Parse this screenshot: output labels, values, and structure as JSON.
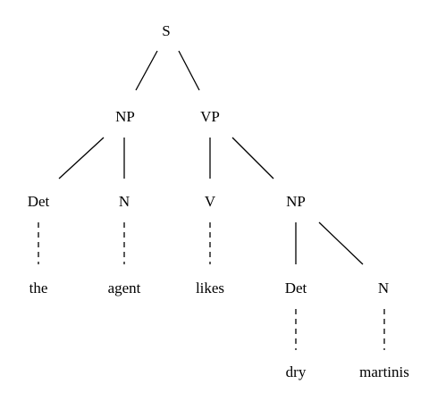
{
  "tree": {
    "nodes": {
      "s": "S",
      "np1": "NP",
      "vp": "VP",
      "det1": "Det",
      "n1": "N",
      "v": "V",
      "np2": "NP",
      "the": "the",
      "agent": "agent",
      "likes": "likes",
      "det2": "Det",
      "n2": "N",
      "dry": "dry",
      "martinis": "martinis"
    },
    "edges": [
      {
        "from": "s",
        "to": "np1",
        "style": "solid"
      },
      {
        "from": "s",
        "to": "vp",
        "style": "solid"
      },
      {
        "from": "np1",
        "to": "det1",
        "style": "solid"
      },
      {
        "from": "np1",
        "to": "n1",
        "style": "solid"
      },
      {
        "from": "vp",
        "to": "v",
        "style": "solid"
      },
      {
        "from": "vp",
        "to": "np2",
        "style": "solid"
      },
      {
        "from": "det1",
        "to": "the",
        "style": "dashed"
      },
      {
        "from": "n1",
        "to": "agent",
        "style": "dashed"
      },
      {
        "from": "v",
        "to": "likes",
        "style": "dashed"
      },
      {
        "from": "np2",
        "to": "det2",
        "style": "solid"
      },
      {
        "from": "np2",
        "to": "n2",
        "style": "solid"
      },
      {
        "from": "det2",
        "to": "dry",
        "style": "dashed"
      },
      {
        "from": "n2",
        "to": "martinis",
        "style": "dashed"
      }
    ]
  }
}
